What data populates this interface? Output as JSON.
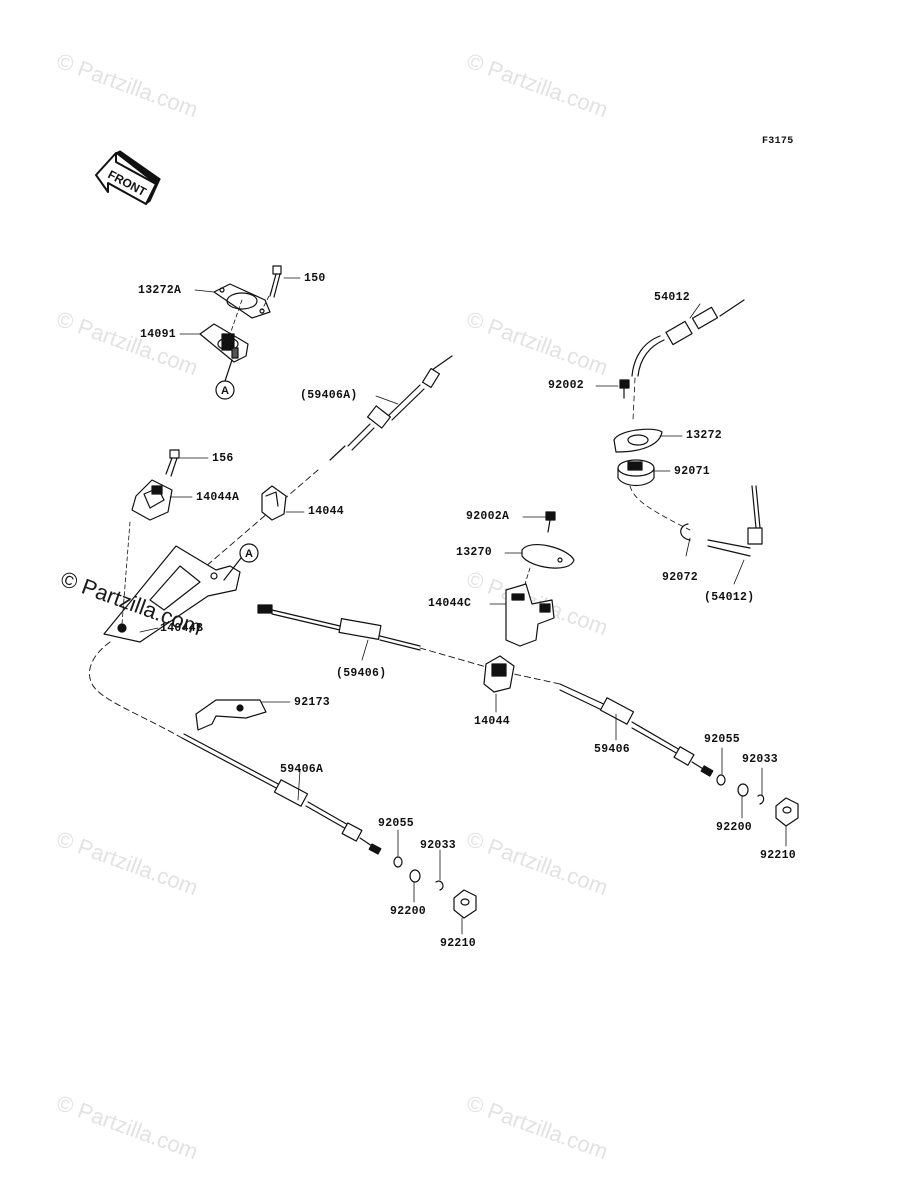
{
  "figure": {
    "code": "F3175"
  },
  "front_arrow": {
    "label": "FRONT"
  },
  "watermark": {
    "text": "© Partzilla.com"
  },
  "connector": {
    "mark": "A"
  },
  "labels": {
    "p150": "150",
    "p13272A": "13272A",
    "p14091": "14091",
    "p59406A_paren": "(59406A)",
    "p156": "156",
    "p14044A": "14044A",
    "p14044_top": "14044",
    "p14044B": "14044B",
    "p54012": "54012",
    "p92002": "92002",
    "p13272": "13272",
    "p92071": "92071",
    "p92072": "92072",
    "p54012_paren": "(54012)",
    "p92002A": "92002A",
    "p13270": "13270",
    "p14044C": "14044C",
    "p59406_paren": "(59406)",
    "p14044_mid": "14044",
    "p92173": "92173",
    "p59406A": "59406A",
    "p59406": "59406",
    "p92055_right": "92055",
    "p92033_right": "92033",
    "p92200_right": "92200",
    "p92210_right": "92210",
    "p92055_left": "92055",
    "p92033_left": "92033",
    "p92200_left": "92200",
    "p92210_left": "92210"
  }
}
